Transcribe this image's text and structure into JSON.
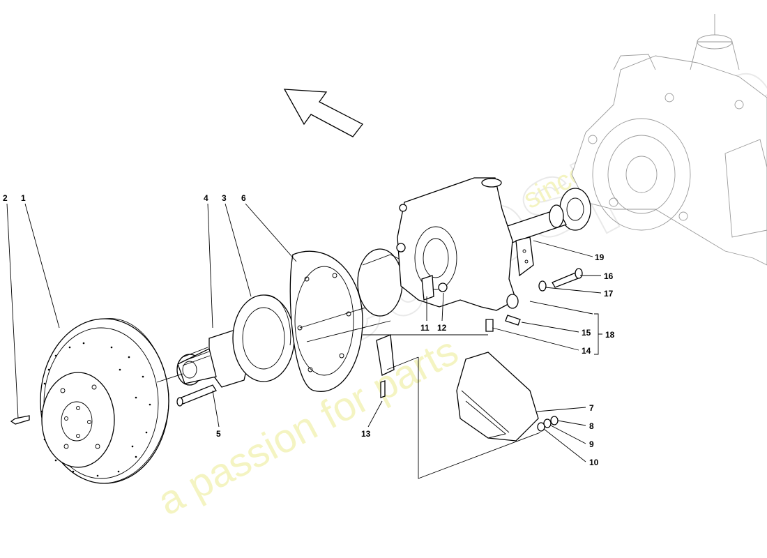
{
  "watermark": {
    "logo_text": "eurospares",
    "tagline": "a passion for parts",
    "since": "since 1985"
  },
  "callouts": [
    {
      "id": "1",
      "label": "1"
    },
    {
      "id": "2",
      "label": "2"
    },
    {
      "id": "3",
      "label": "3"
    },
    {
      "id": "4",
      "label": "4"
    },
    {
      "id": "5",
      "label": "5"
    },
    {
      "id": "6",
      "label": "6"
    },
    {
      "id": "7",
      "label": "7"
    },
    {
      "id": "8",
      "label": "8"
    },
    {
      "id": "9",
      "label": "9"
    },
    {
      "id": "10",
      "label": "10"
    },
    {
      "id": "11",
      "label": "11"
    },
    {
      "id": "12",
      "label": "12"
    },
    {
      "id": "13",
      "label": "13"
    },
    {
      "id": "14",
      "label": "14"
    },
    {
      "id": "15",
      "label": "15"
    },
    {
      "id": "16",
      "label": "16"
    },
    {
      "id": "17",
      "label": "17"
    },
    {
      "id": "18",
      "label": "18"
    },
    {
      "id": "19",
      "label": "19"
    }
  ],
  "icons": {
    "direction_arrow": "front-direction-arrow-icon"
  }
}
